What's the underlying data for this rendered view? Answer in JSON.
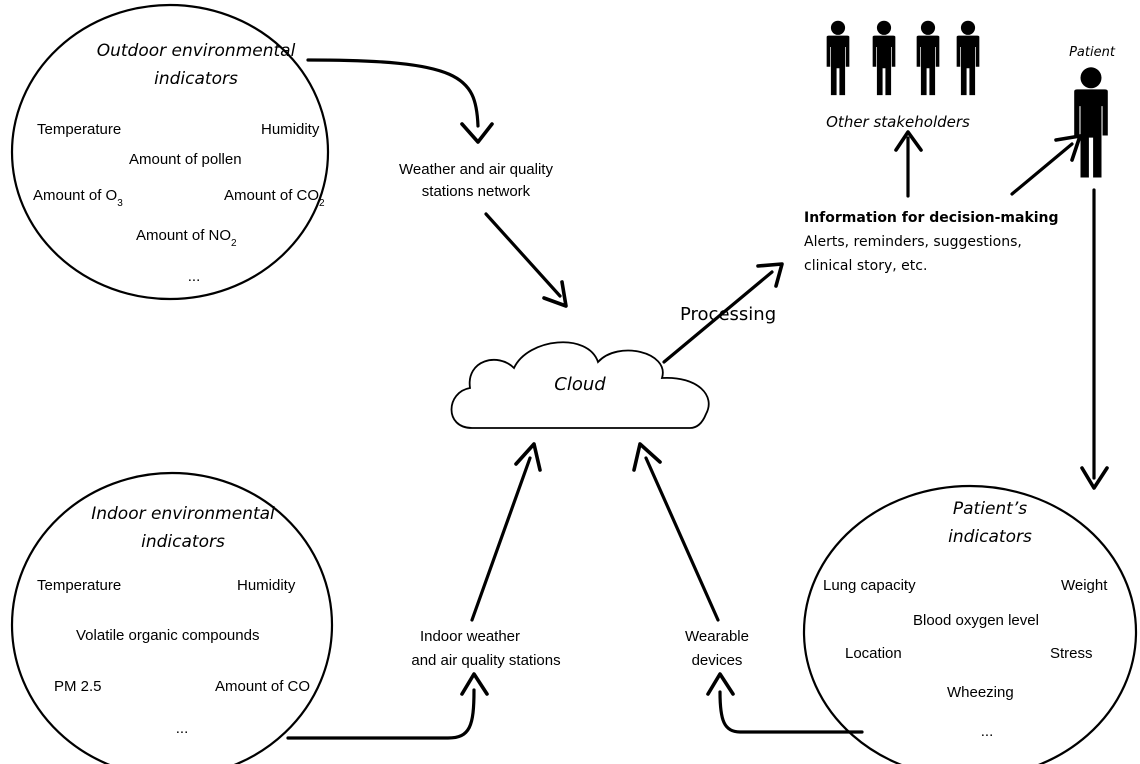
{
  "outdoor": {
    "title_line1": "Outdoor environmental",
    "title_line2": "indicators",
    "items": {
      "temperature": "Temperature",
      "humidity": "Humidity",
      "pollen": "Amount of pollen",
      "o3_prefix": "Amount of O",
      "o3_sub": "3",
      "co2_prefix": "Amount of CO",
      "co2_sub": "2",
      "no2_prefix": "Amount of NO",
      "no2_sub": "2",
      "ellipsis": "..."
    }
  },
  "indoor": {
    "title_line1": "Indoor environmental",
    "title_line2": "indicators",
    "items": {
      "temperature": "Temperature",
      "humidity": "Humidity",
      "voc": "Volatile organic compounds",
      "pm25": "PM 2.5",
      "co": "Amount of CO",
      "ellipsis": "..."
    }
  },
  "patient_indicators": {
    "title_line1": "Patient’s",
    "title_line2": "indicators",
    "items": {
      "lung": "Lung capacity",
      "weight": "Weight",
      "oxygen": "Blood oxygen level",
      "location": "Location",
      "stress": "Stress",
      "wheezing": "Wheezing",
      "ellipsis": "..."
    }
  },
  "weather_stations": {
    "line1": "Weather and air quality",
    "line2": "stations network"
  },
  "indoor_stations": {
    "line1": "Indoor weather",
    "line2": "and air quality stations"
  },
  "wearables": {
    "line1": "Wearable",
    "line2": "devices"
  },
  "cloud": {
    "label": "Cloud"
  },
  "processing": {
    "label": "Processing"
  },
  "information": {
    "heading": "Information for decision-making",
    "line1": "Alerts, reminders, suggestions,",
    "line2": "clinical story, etc."
  },
  "stakeholders": {
    "label": "Other stakeholders"
  },
  "patient": {
    "label": "Patient"
  },
  "colors": {
    "stroke": "#000000",
    "background": "#ffffff"
  },
  "icons": {
    "person": "person-icon",
    "cloud": "cloud-icon"
  }
}
